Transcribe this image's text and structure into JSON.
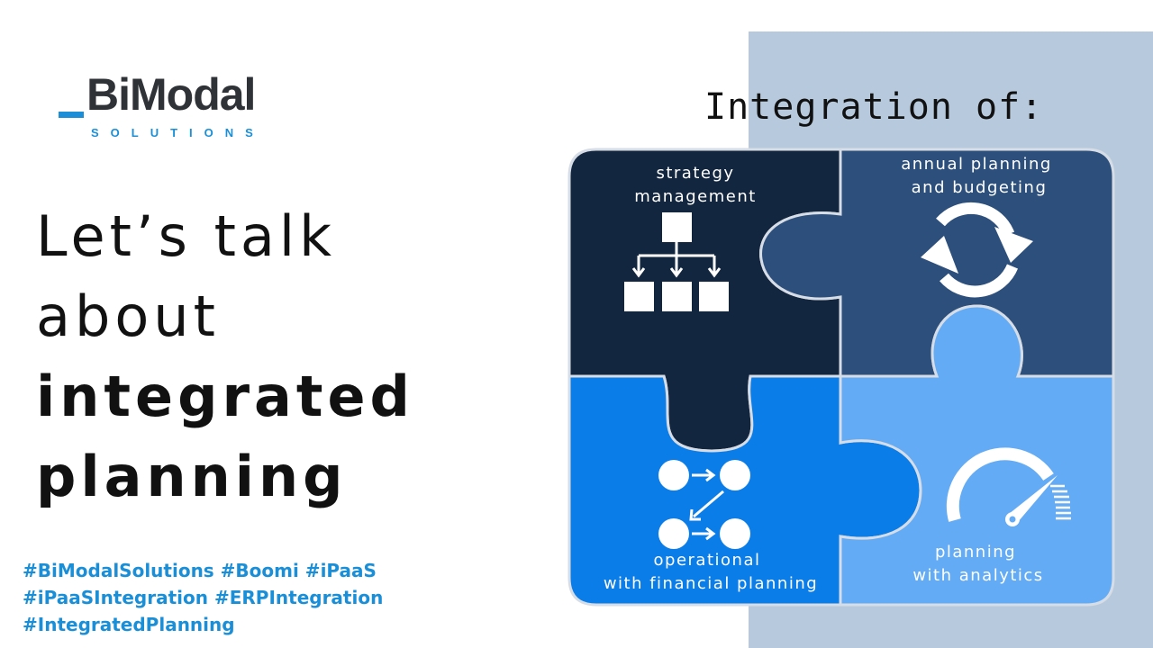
{
  "logo": {
    "wordmark": "BiModal",
    "subtitle": "SOLUTIONS"
  },
  "headline": {
    "line1": "Let’s talk",
    "line2": "about",
    "line3": "integrated",
    "line4": "planning"
  },
  "hashtags": {
    "line1": "#BiModalSolutions #Boomi #iPaaS",
    "line2": "#iPaaSIntegration #ERPIntegration",
    "line3": "#IntegratedPlanning"
  },
  "section_title": "Integration of:",
  "puzzle": {
    "pieces": [
      {
        "label_line1": "strategy",
        "label_line2": "management",
        "icon": "hierarchy-icon",
        "color": "#13263f"
      },
      {
        "label_line1": "annual  planning",
        "label_line2": "and budgeting",
        "icon": "refresh-cycle-icon",
        "color": "#2d4f7c"
      },
      {
        "label_line1": "operational",
        "label_line2": "with financial planning",
        "icon": "workflow-icon",
        "color": "#0b7de8"
      },
      {
        "label_line1": "planning",
        "label_line2": "with analytics",
        "icon": "gauge-icon",
        "color": "#64abf5"
      }
    ]
  },
  "colors": {
    "accent_blue": "#1a8fd8",
    "panel_bg": "#b7c9dc",
    "text_dark": "#111111",
    "logo_dark": "#2f3236"
  }
}
